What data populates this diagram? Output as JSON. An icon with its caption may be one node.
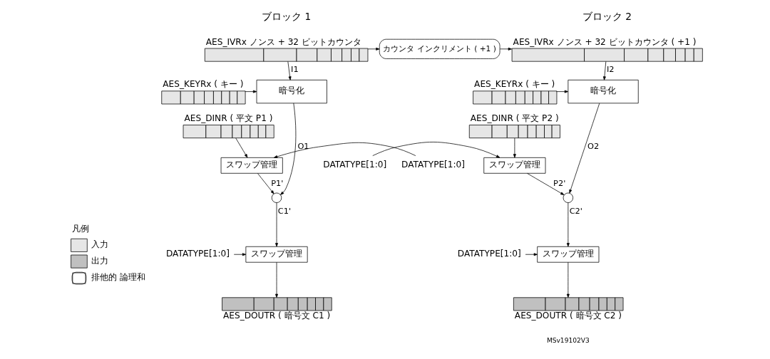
{
  "diagram": {
    "nodes": [
      {
        "text": [
          "AES_IVRx ノンス + 32 ビットカウンタ"
        ]
      },
      {
        "text": [
          "カウンタ インクリメント ( +1 )"
        ]
      },
      {
        "text": [
          "AES_IVRx ノンス + 32 ビットカウンタ ( +1 )"
        ]
      },
      {
        "text": [
          "AES_KEYRx ( キー )"
        ]
      },
      {
        "text": [
          "暗号化"
        ]
      },
      {
        "text": [
          "AES_DINR ( 平文 P1 )"
        ]
      },
      {
        "text": [
          "スワップ管理"
        ]
      },
      {
        "text": [
          "DATATYPE[1:0]"
        ]
      },
      {
        "text": [],
        "shape": "circle"
      },
      {
        "text": [
          "DATATYPE[1:0]"
        ]
      },
      {
        "text": [
          "スワップ管理"
        ]
      },
      {
        "text": [
          "AES_DOUTR ( 暗号文 C1 )"
        ]
      },
      {
        "text": [
          "AES_KEYRx ( キー )"
        ]
      },
      {
        "text": [
          "暗号化"
        ]
      },
      {
        "text": [
          "AES_DINR ( 平文 P2 )"
        ]
      },
      {
        "text": [
          "スワップ管理"
        ]
      },
      {
        "text": [
          "DATATYPE[1:0]"
        ]
      },
      {
        "text": [],
        "shape": "circle"
      },
      {
        "text": [
          "DATATYPE[1:0]"
        ]
      },
      {
        "text": [
          "スワップ管理"
        ]
      },
      {
        "text": [
          "AES_DOUTR ( 暗号文 C2 )"
        ]
      }
    ],
    "edges": [
      {
        "from": 0,
        "to": 1,
        "arrow": "to"
      },
      {
        "from": 1,
        "to": 2,
        "arrow": "to"
      },
      {
        "from": 0,
        "to": 4,
        "arrow": "to",
        "label": "I1"
      },
      {
        "from": 3,
        "to": 4,
        "arrow": "to"
      },
      {
        "from": 4,
        "to": 8,
        "arrow": "to",
        "label": "O1"
      },
      {
        "from": 5,
        "to": 6,
        "arrow": "to"
      },
      {
        "from": 7,
        "to": 6,
        "arrow": "to"
      },
      {
        "from": 6,
        "to": 8,
        "arrow": "to",
        "label": "P1'"
      },
      {
        "from": 8,
        "to": 10,
        "arrow": "to",
        "label": "C1'"
      },
      {
        "from": 9,
        "to": 10,
        "arrow": "to"
      },
      {
        "from": 10,
        "to": 11,
        "arrow": "to"
      },
      {
        "from": 2,
        "to": 13,
        "arrow": "to",
        "label": "I2"
      },
      {
        "from": 12,
        "to": 13,
        "arrow": "to"
      },
      {
        "from": 13,
        "to": 17,
        "arrow": "to",
        "label": "O2"
      },
      {
        "from": 14,
        "to": 15,
        "arrow": "to"
      },
      {
        "from": 16,
        "to": 15,
        "arrow": "to"
      },
      {
        "from": 15,
        "to": 17,
        "arrow": "to",
        "label": "P2'"
      },
      {
        "from": 17,
        "to": 19,
        "arrow": "to",
        "label": "C2'"
      },
      {
        "from": 18,
        "to": 19,
        "arrow": "to"
      },
      {
        "from": 19,
        "to": 20,
        "arrow": "to"
      }
    ],
    "labels": [
      "ブロック 1",
      "ブロック 2",
      "凡例",
      "MSv19102V3"
    ],
    "legend": [
      {
        "text": "入力",
        "color": "#e6e6e6"
      },
      {
        "text": "出力",
        "color": "#c0c0c0"
      },
      {
        "text": "排他的 論理和"
      }
    ]
  }
}
